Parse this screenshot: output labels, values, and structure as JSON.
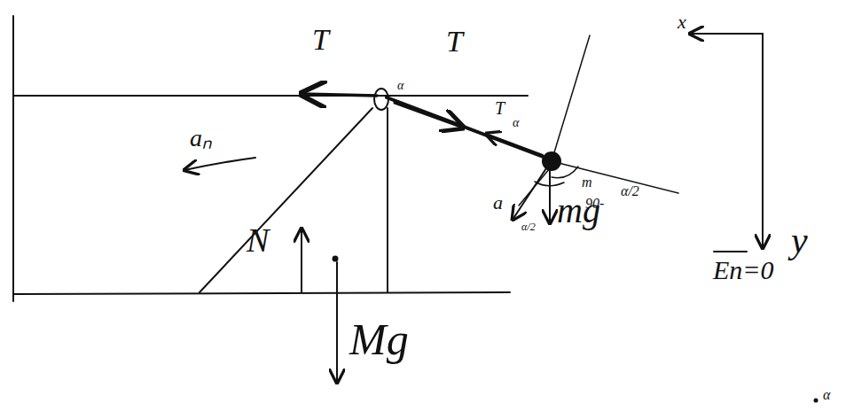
{
  "diagram": {
    "labels": [
      "T",
      "T",
      "T",
      "α",
      "α",
      "aₙ",
      "N",
      "Mg",
      "a⃗",
      "α/2",
      "mg",
      "m",
      "α/2",
      "90-",
      "x",
      "y",
      "Eп=0",
      "α"
    ]
  }
}
